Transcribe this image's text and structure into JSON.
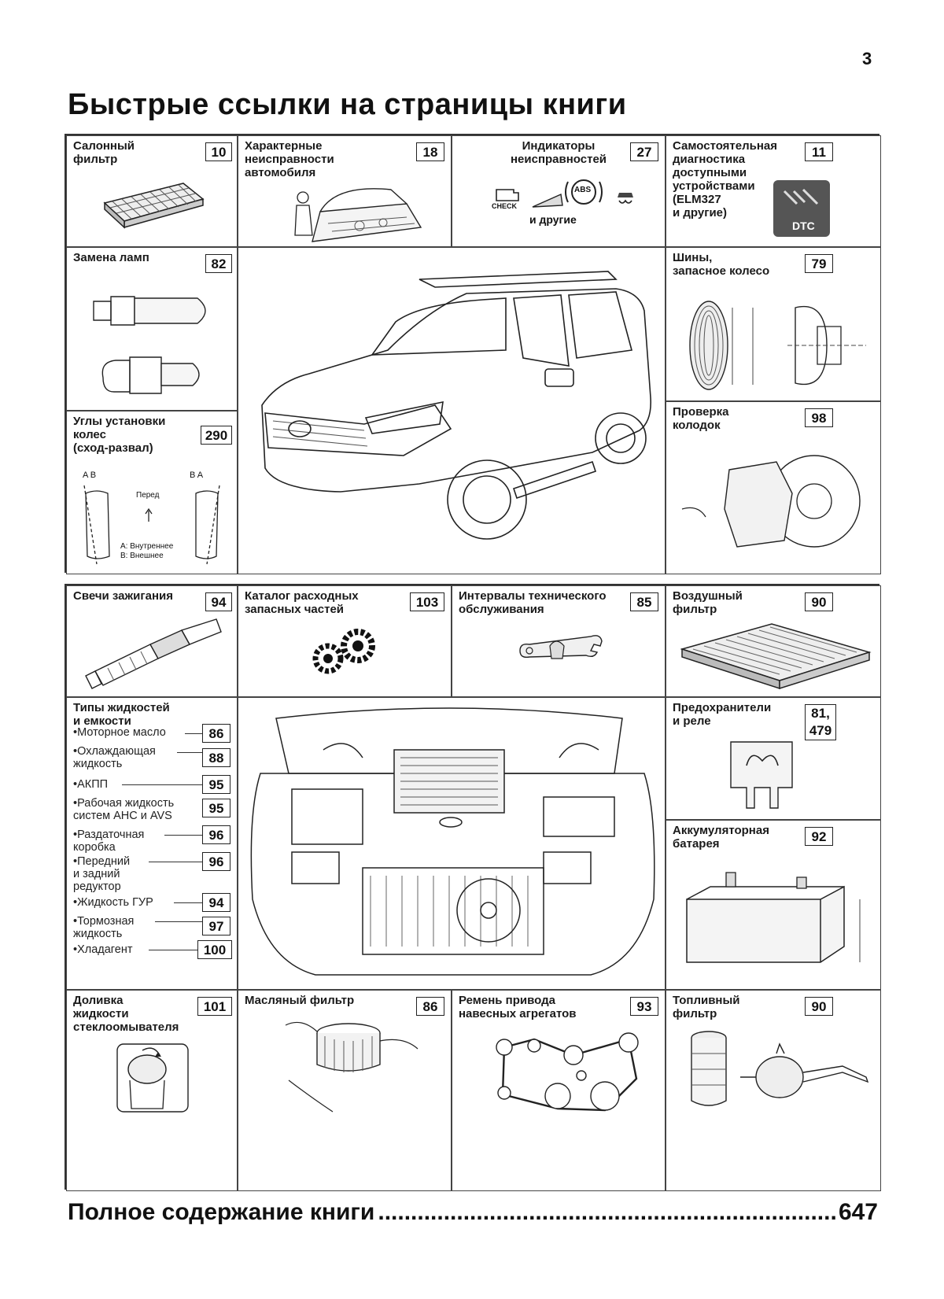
{
  "page_number": "3",
  "title": "Быстрые ссылки на страницы книги",
  "top_grid": {
    "cabin_filter": {
      "label": "Салонный\nфильтр",
      "page": "10"
    },
    "malfunctions": {
      "label": "Характерные\nнеисправности\nавтомобиля",
      "page": "18"
    },
    "indicators": {
      "label": "Индикаторы\nнеисправностей",
      "page": "27",
      "check_text": "CHECK",
      "abs_text": "ABS",
      "others": "и другие"
    },
    "self_diag": {
      "label": "Самостоятельная\nдиагностика\nдоступными\nустройствами\n(ELM327\nи другие)",
      "page": "11",
      "dtc_text": "DTC"
    },
    "lamps": {
      "label": "Замена ламп",
      "page": "82"
    },
    "tires": {
      "label": "Шины,\nзапасное колесо",
      "page": "79"
    },
    "alignment": {
      "label": "Углы установки\nколес\n(сход-развал)",
      "page": "290",
      "fig_ab_left": "A   B",
      "fig_ba_right": "B   A",
      "fig_front": "Перед",
      "fig_legend_a": "A: Внутреннее",
      "fig_legend_b": "B: Внешнее"
    },
    "brake_pads": {
      "label": "Проверка\nколодок",
      "page": "98"
    }
  },
  "bottom_grid": {
    "spark_plugs": {
      "label": "Свечи зажигания",
      "page": "94"
    },
    "parts_catalog": {
      "label": "Каталог расходных\nзапасных частей",
      "page": "103"
    },
    "service_intervals": {
      "label": "Интервалы технического\nобслуживания",
      "page": "85"
    },
    "air_filter": {
      "label": "Воздушный\nфильтр",
      "page": "90"
    },
    "fluids": {
      "label": "Типы жидкостей\nи емкости",
      "items": [
        {
          "name": "•Моторное масло",
          "page": "86"
        },
        {
          "name": "•Охлаждающая\n  жидкость",
          "page": "88"
        },
        {
          "name": "•АКПП",
          "page": "95"
        },
        {
          "name": "•Рабочая жидкость\n  систем AHC и AVS",
          "page": "95"
        },
        {
          "name": "•Раздаточная\n  коробка",
          "page": "96"
        },
        {
          "name": "•Передний\n  и задний\n  редуктор",
          "page": "96"
        },
        {
          "name": "•Жидкость ГУР",
          "page": "94"
        },
        {
          "name": "•Тормозная\n  жидкость",
          "page": "97"
        },
        {
          "name": "•Хладагент",
          "page": "100"
        }
      ]
    },
    "fuses": {
      "label": "Предохранители\nи реле",
      "page": "81,\n479"
    },
    "battery": {
      "label": "Аккумуляторная\nбатарея",
      "page": "92"
    },
    "washer": {
      "label": "Доливка\nжидкости\nстеклоомывателя",
      "page": "101"
    },
    "oil_filter": {
      "label": "Масляный фильтр",
      "page": "86"
    },
    "drive_belt": {
      "label": "Ремень привода\nнавесных агрегатов",
      "page": "93"
    },
    "fuel_filter": {
      "label": "Топливный\nфильтр",
      "page": "90"
    }
  },
  "footer": {
    "label": "Полное содержание книги",
    "page": "647"
  }
}
